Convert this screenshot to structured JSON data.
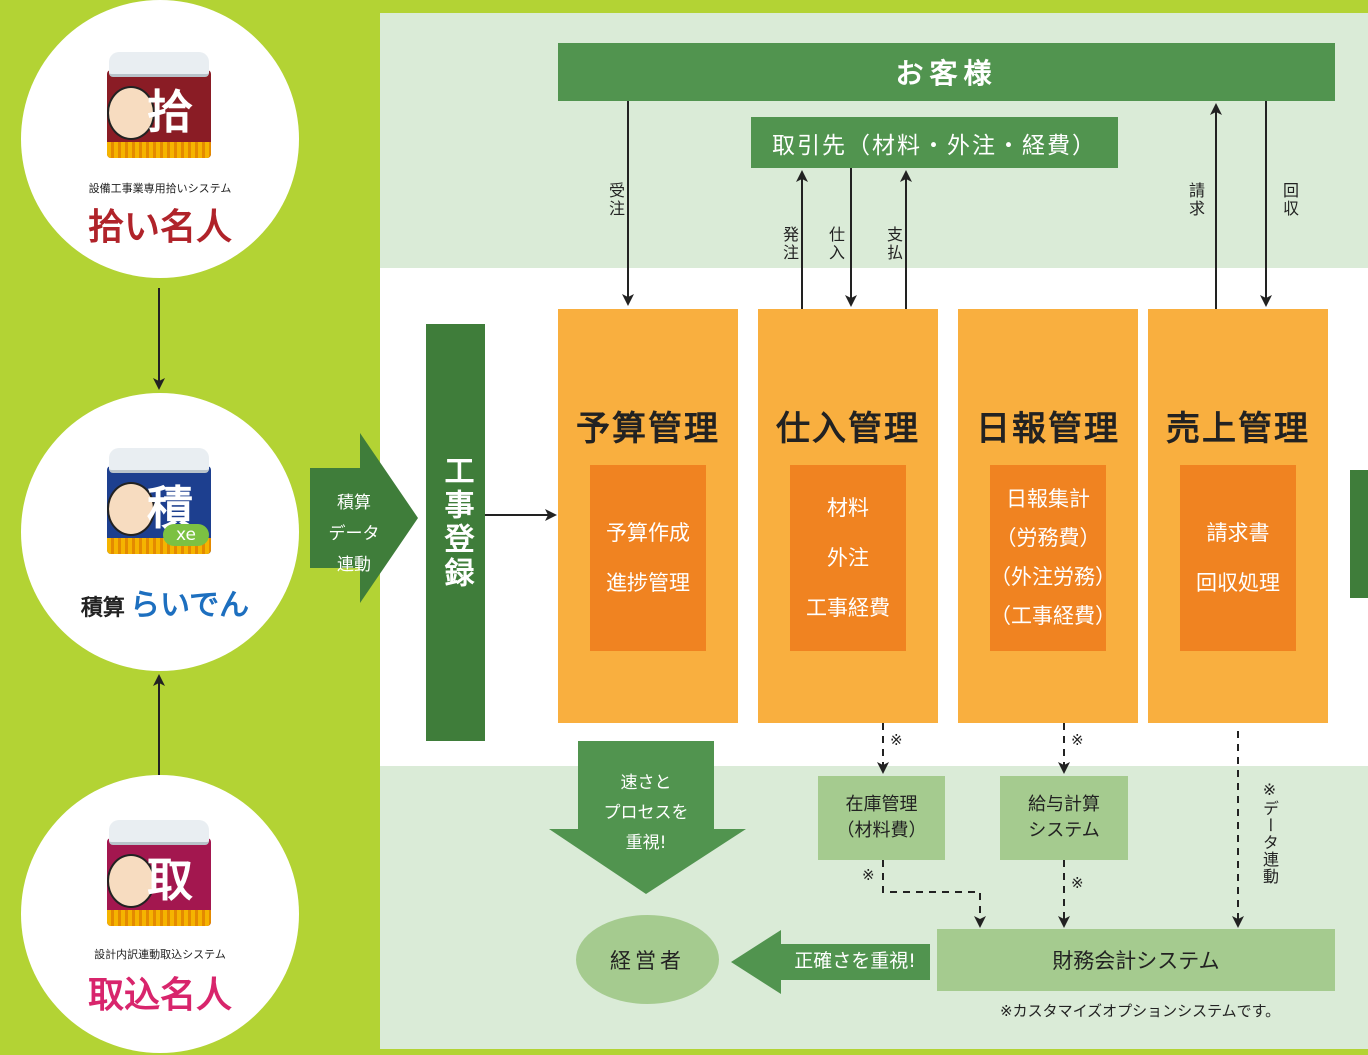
{
  "products": {
    "hiroi": {
      "kanji": "拾",
      "subtitle": "設備工事業専用拾いシステム",
      "name": "拾い名人",
      "name_color": "#b0232a",
      "banner_color": "#8a1c25"
    },
    "raiden": {
      "kanji": "積",
      "badge": "xe",
      "name_prefix": "積算",
      "name": "らいでん",
      "name_color": "#1d6fbf",
      "banner_color": "#1d3f8f"
    },
    "torikomi": {
      "kanji": "取",
      "subtitle": "設計内訳連動取込システム",
      "name": "取込名人",
      "name_color": "#d8256c",
      "banner_color": "#a3174f"
    }
  },
  "flow": {
    "estimate_link": [
      "積算",
      "データ",
      "連動"
    ],
    "register": "工事登録"
  },
  "customer": "お客様",
  "supplier": "取引先（材料・外注・経費）",
  "arrow_labels": {
    "order_received": "受注",
    "order_placed": "発注",
    "purchase": "仕入",
    "payment": "支払",
    "invoice": "請求",
    "collection": "回収"
  },
  "modules": [
    {
      "title": "予算管理",
      "items": [
        "予算作成",
        "進捗管理"
      ]
    },
    {
      "title": "仕入管理",
      "items": [
        "材料",
        "外注",
        "工事経費"
      ]
    },
    {
      "title": "日報管理",
      "items": [
        "日報集計",
        "（労務費）",
        "（外注労務）",
        "（工事経費）"
      ]
    },
    {
      "title": "売上管理",
      "items": [
        "請求書",
        "回収処理"
      ]
    }
  ],
  "bottom": {
    "speed_arrow": [
      "速さと",
      "プロセスを",
      "重視!"
    ],
    "executive": "経営者",
    "accuracy_arrow": "正確さを重視!",
    "inventory": [
      "在庫管理",
      "（材料費）"
    ],
    "payroll": [
      "給与計算",
      "システム"
    ],
    "accounting": "財務会計システム",
    "data_link": "※データ連動",
    "mark": "※",
    "footnote": "※カスタマイズオプションシステムです。"
  },
  "colors": {
    "page_bg": "#b3d334",
    "dark_green": "#3f7d3a",
    "header_green": "#51944f",
    "module_orange": "#f9af3f",
    "inner_orange": "#f08321",
    "light_green_box": "#a5cb8f",
    "pale_green_band": "#daebd7"
  }
}
